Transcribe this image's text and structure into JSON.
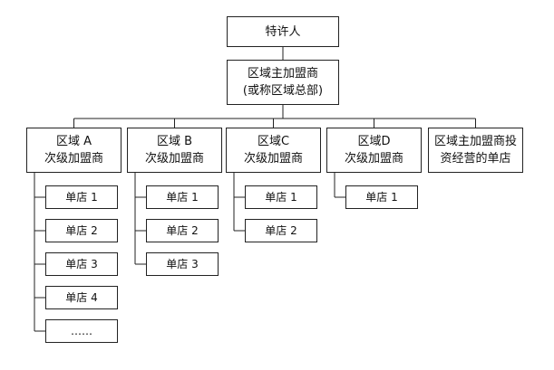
{
  "root": {
    "label": "特许人"
  },
  "master": {
    "line1": "区域主加盟商",
    "line2": "(或称区域总部)"
  },
  "regions": [
    {
      "line1": "区域 A",
      "line2": "次级加盟商",
      "shops": [
        "单店 1",
        "单店 2",
        "单店 3",
        "单店 4",
        "……"
      ]
    },
    {
      "line1": "区域 B",
      "line2": "次级加盟商",
      "shops": [
        "单店 1",
        "单店 2",
        "单店 3"
      ]
    },
    {
      "line1": "区域C",
      "line2": "次级加盟商",
      "shops": [
        "单店 1",
        "单店 2"
      ]
    },
    {
      "line1": "区域D",
      "line2": "次级加盟商",
      "shops": [
        "单店 1"
      ]
    },
    {
      "line1": "区域主加盟商投",
      "line2": "资经营的单店",
      "shops": []
    }
  ]
}
